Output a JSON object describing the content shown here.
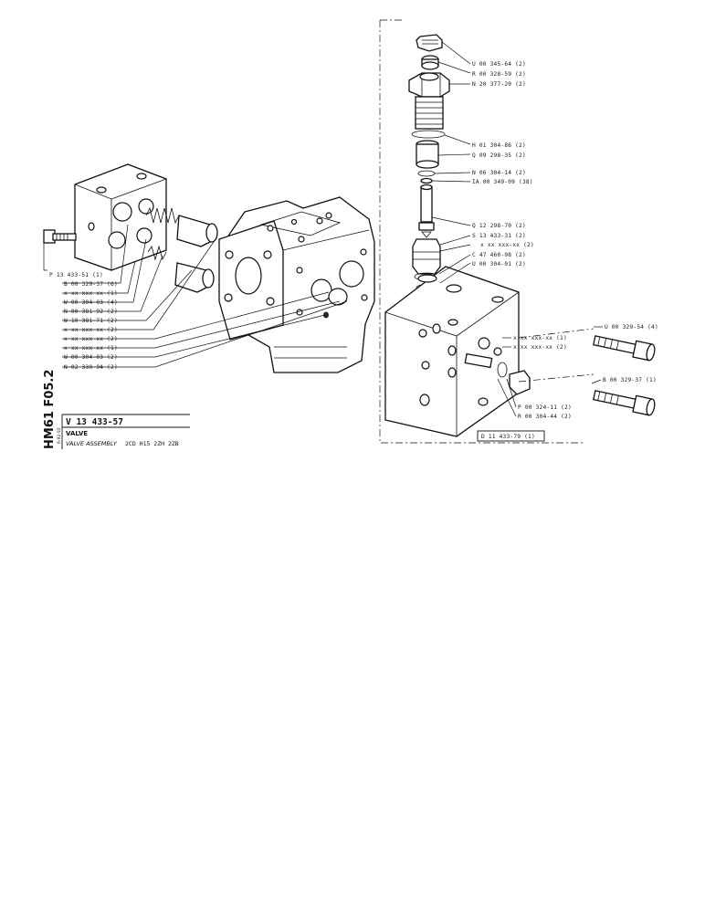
{
  "sheet_code": "HM61 F05.2",
  "sheet_code_small": "6-92-92",
  "title_block": {
    "part_number": "V 13 433-57",
    "title": "VALVE",
    "subtitle": "VALVE ASSEMBLY",
    "spec": "2CD H15 2ZH 2ZB"
  },
  "right_labels": [
    "U 00 345-64 (2)",
    "R 00 328-59 (2)",
    "N 20 377-20 (2)",
    "H 01 304-86 (2)",
    "Q 09 298-35 (2)",
    "N 06 304-14 (2)",
    "IA 00 349-09 (38)",
    "Q 12 298-70 (2)",
    "S 13 433-31 (2)",
    "x xx xxx-xx (2)",
    "C 47 460-98 (2)",
    "U 00 304-01 (2)"
  ],
  "left_labels": [
    "P 13 433-51 (1)",
    "B 00 329-37 (6)",
    "x xx xxx  xx (1)",
    "W 00 304-03 (4)",
    "N 00 381-92 (2)",
    "W 10 381-71 (2)",
    "x xx xxx-xx (2)",
    "x xx xxx-xx (2)",
    "x xx xxx-xx (1)",
    "W 00 304-03 (2)",
    "N 02 330-94 (2)"
  ],
  "block_labels": [
    "x xx xxx-xx (1)",
    "x xx xxx-xx (2)",
    "P 00 324-11 (2)",
    "R 00 304-44 (2)"
  ],
  "bolt_labels": [
    "U 00 329-54 (4)",
    "B 00 329-37 (1)"
  ],
  "block_part": "D 11 433-79 (1)"
}
